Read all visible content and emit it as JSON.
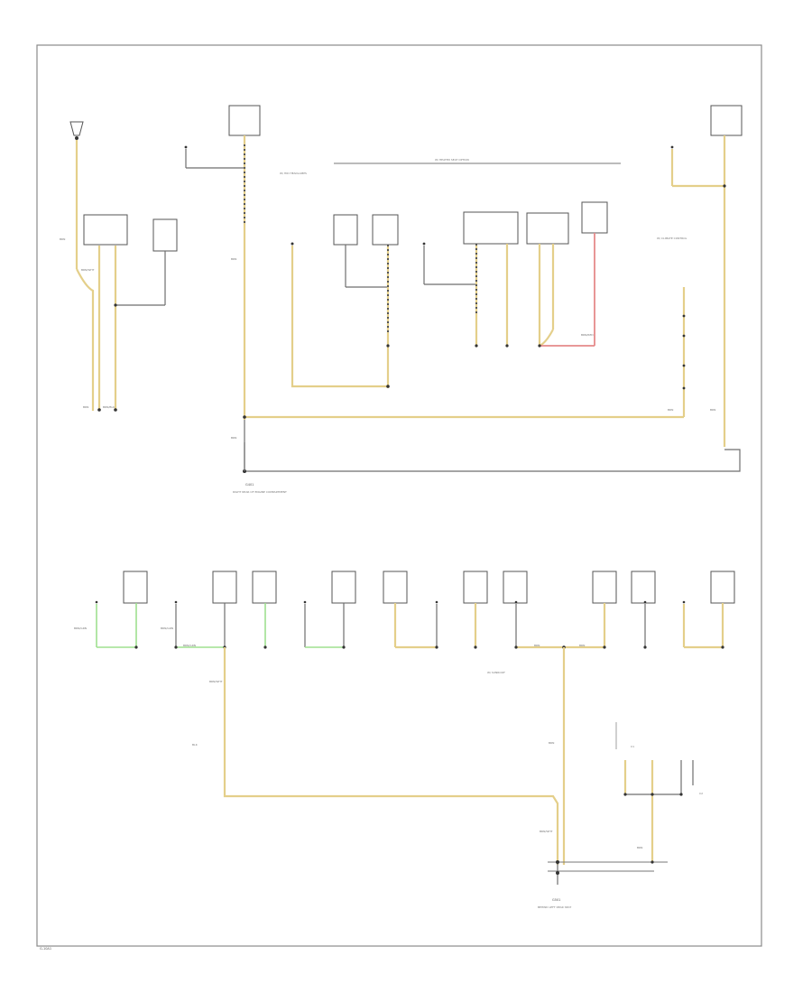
{
  "diagram": {
    "page_label": "G-10A1",
    "note_top": "W/ HEATED SEAT OPTION",
    "note_mid": "W/ HID HEADLAMPS",
    "note_right": "W/ CLIMATE CONTROL",
    "ground_top": "G401",
    "ground_top_desc": "RIGHT REAR OF ENGINE COMPARTMENT",
    "ground_bottom": "G501",
    "ground_bottom_desc": "BEHIND LEFT REAR SEAT",
    "junction_note": "W/ SUNROOF",
    "wire_brn": "BRN",
    "wire_brn_wht": "BRN/WHT",
    "wire_brn_blk": "BRN/BLK",
    "wire_brn_red": "BRN/RED",
    "wire_brn_grn": "BRN/GRN",
    "wire_blk": "BLK",
    "comp_small": "C1",
    "comp_conn": "C2"
  }
}
